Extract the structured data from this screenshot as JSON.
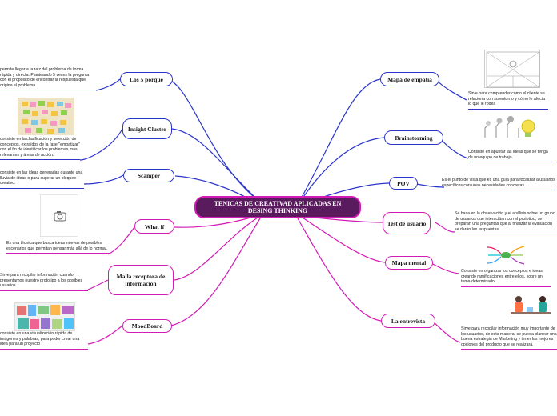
{
  "central": "TENICAS DE CREATIVAD APLICADAS EN DESING THINKING",
  "colors": {
    "blue": "#2b35c9",
    "magenta": "#d21bb5",
    "central_fill": "#5a1a5e"
  },
  "left": {
    "los5porque": {
      "label": "Los 5 porque",
      "note": "permite llegar a la raiz del problema de forma rápida y directa.  Planteando 5 veces la pregunta con el propósito de encontrar la respuesta que origina el problema."
    },
    "insight": {
      "label": "Insight Cluster",
      "note": "consiste en la clasificación y selección de conceptos, extraídos de la fase \"empatizar\" con el fin de identificar los problemas más relevantes y áreas de acción."
    },
    "scamper": {
      "label": "Scamper",
      "note": "consiste en las ideas generadas durante una lluvia de ideas o para superar un bloqueo creativo."
    },
    "whatif": {
      "label": "What if",
      "note": "Es una técnica que busca ideas nuevas de posibles escenarios que permitan pensar más allá de lo normal.",
      "image_icon": "camera-icon"
    },
    "malla": {
      "label": "Malla receptora de información",
      "note": "Sirve para recopilar información cuando presentamos nuestro prototipo a los posibles usuarios."
    },
    "moodboard": {
      "label": "MoodBoard",
      "note": "consiste en una visualización rápida de imágenes y palabras, para poder crear una idea para un proyecto"
    }
  },
  "right": {
    "mapaempatia": {
      "label": "Mapa de empatía",
      "note": "Sirve para comprender cómo el cliente se relaciona con su entorno y cómo le afecta lo que le rodea"
    },
    "brainstorming": {
      "label": "Brainstorming",
      "note": "Consiste en apuntar las ideas que se tenga de un equipo de trabajo."
    },
    "pov": {
      "label": "POV",
      "note": "Es el punto de vista que es una guía para focalizar a usuarios específicos con unas necesidades concretas"
    },
    "testusuario": {
      "label": "Test de usuario",
      "note": "Se basa en la observación y el análisis sobre un grupo de usuarios que interactúan con el prototipo, se preparan una preguntas que al finalizar la evaluación se darán las respuestas"
    },
    "mapamental": {
      "label": "Mapa mental",
      "note": "Consiste en organizar los conceptos e ideas, creando ramificaciones entre ellos, sobre un tema determinado."
    },
    "entrevista": {
      "label": "La entrevista",
      "note": "Sirve para recopilar información muy importante de los usuarios, de esta manera, se pueda planear una buena estrategia de Marketing y tener las mejores opciones del producto que se realizará."
    }
  }
}
